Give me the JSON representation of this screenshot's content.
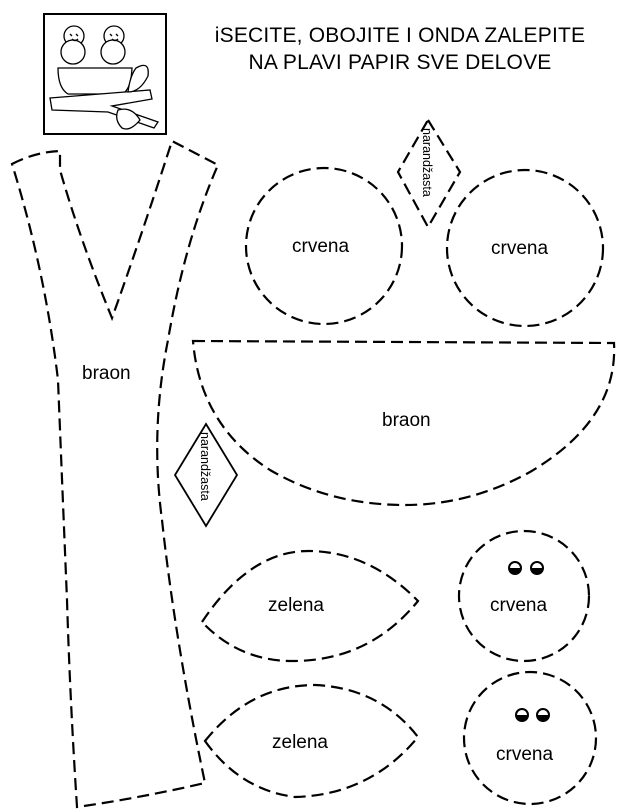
{
  "header": {
    "line1": "iSECITE, OBOJITE I ONDA ZALEPITE",
    "line2": "NA PLAVI PAPIR SVE DELOVE"
  },
  "preview_image": {
    "description": "two birds sitting in a nest on a branch with leaves",
    "icon": "birds-in-nest-icon"
  },
  "pieces": {
    "tree_trunk": {
      "color_label": "braon"
    },
    "beak_top": {
      "color_label": "narandžasta"
    },
    "beak_left": {
      "color_label": "narandžasta"
    },
    "body_left": {
      "color_label": "crvena"
    },
    "body_right": {
      "color_label": "crvena"
    },
    "nest": {
      "color_label": "braon"
    },
    "leaf_top": {
      "color_label": "zelena"
    },
    "leaf_bottom": {
      "color_label": "zelena"
    },
    "head_top": {
      "color_label": "crvena"
    },
    "head_bottom": {
      "color_label": "crvena"
    }
  }
}
